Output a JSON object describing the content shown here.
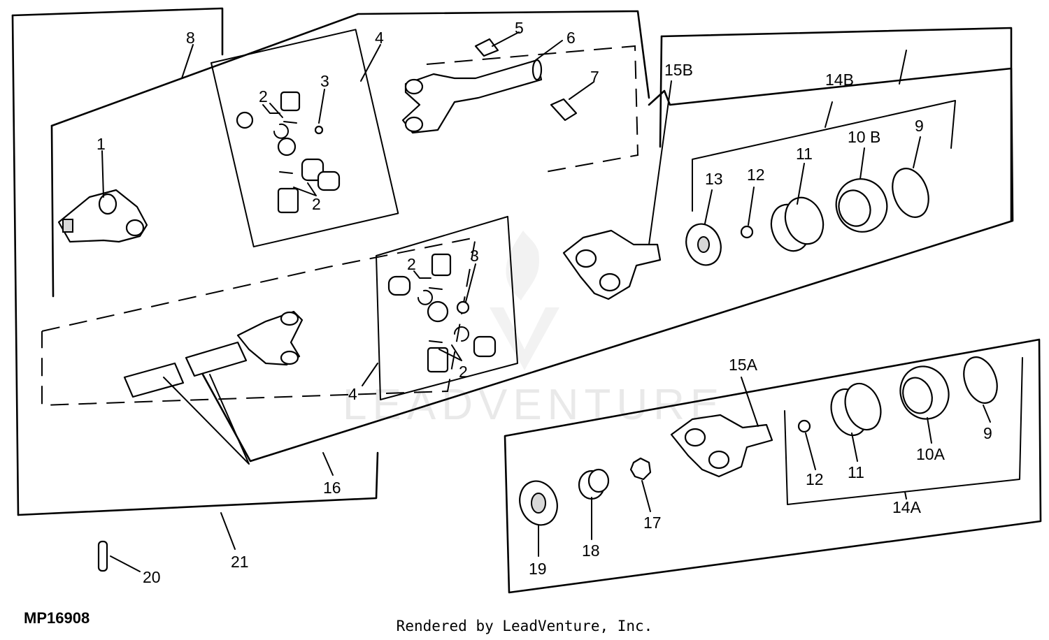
{
  "diagram_code": "MP16908",
  "footer": "Rendered by LeadVenture, Inc.",
  "watermark": "LEADVENTURE",
  "labels": {
    "l1": "1",
    "l2a": "2",
    "l2b": "2",
    "l2c": "2",
    "l2d": "2",
    "l3a": "3",
    "l3b": "3",
    "l4a": "4",
    "l4b": "4",
    "l5": "5",
    "l6": "6",
    "l7": "7",
    "l8": "8",
    "l9a": "9",
    "l9b": "9",
    "l10a": "10A",
    "l10b": "10 B",
    "l11a": "11",
    "l11b": "11",
    "l12a": "12",
    "l12b": "12",
    "l13": "13",
    "l14a": "14A",
    "l14b": "14B",
    "l15a": "15A",
    "l15b": "15B",
    "l16": "16",
    "l17": "17",
    "l18": "18",
    "l19": "19",
    "l20": "20",
    "l21": "21"
  }
}
